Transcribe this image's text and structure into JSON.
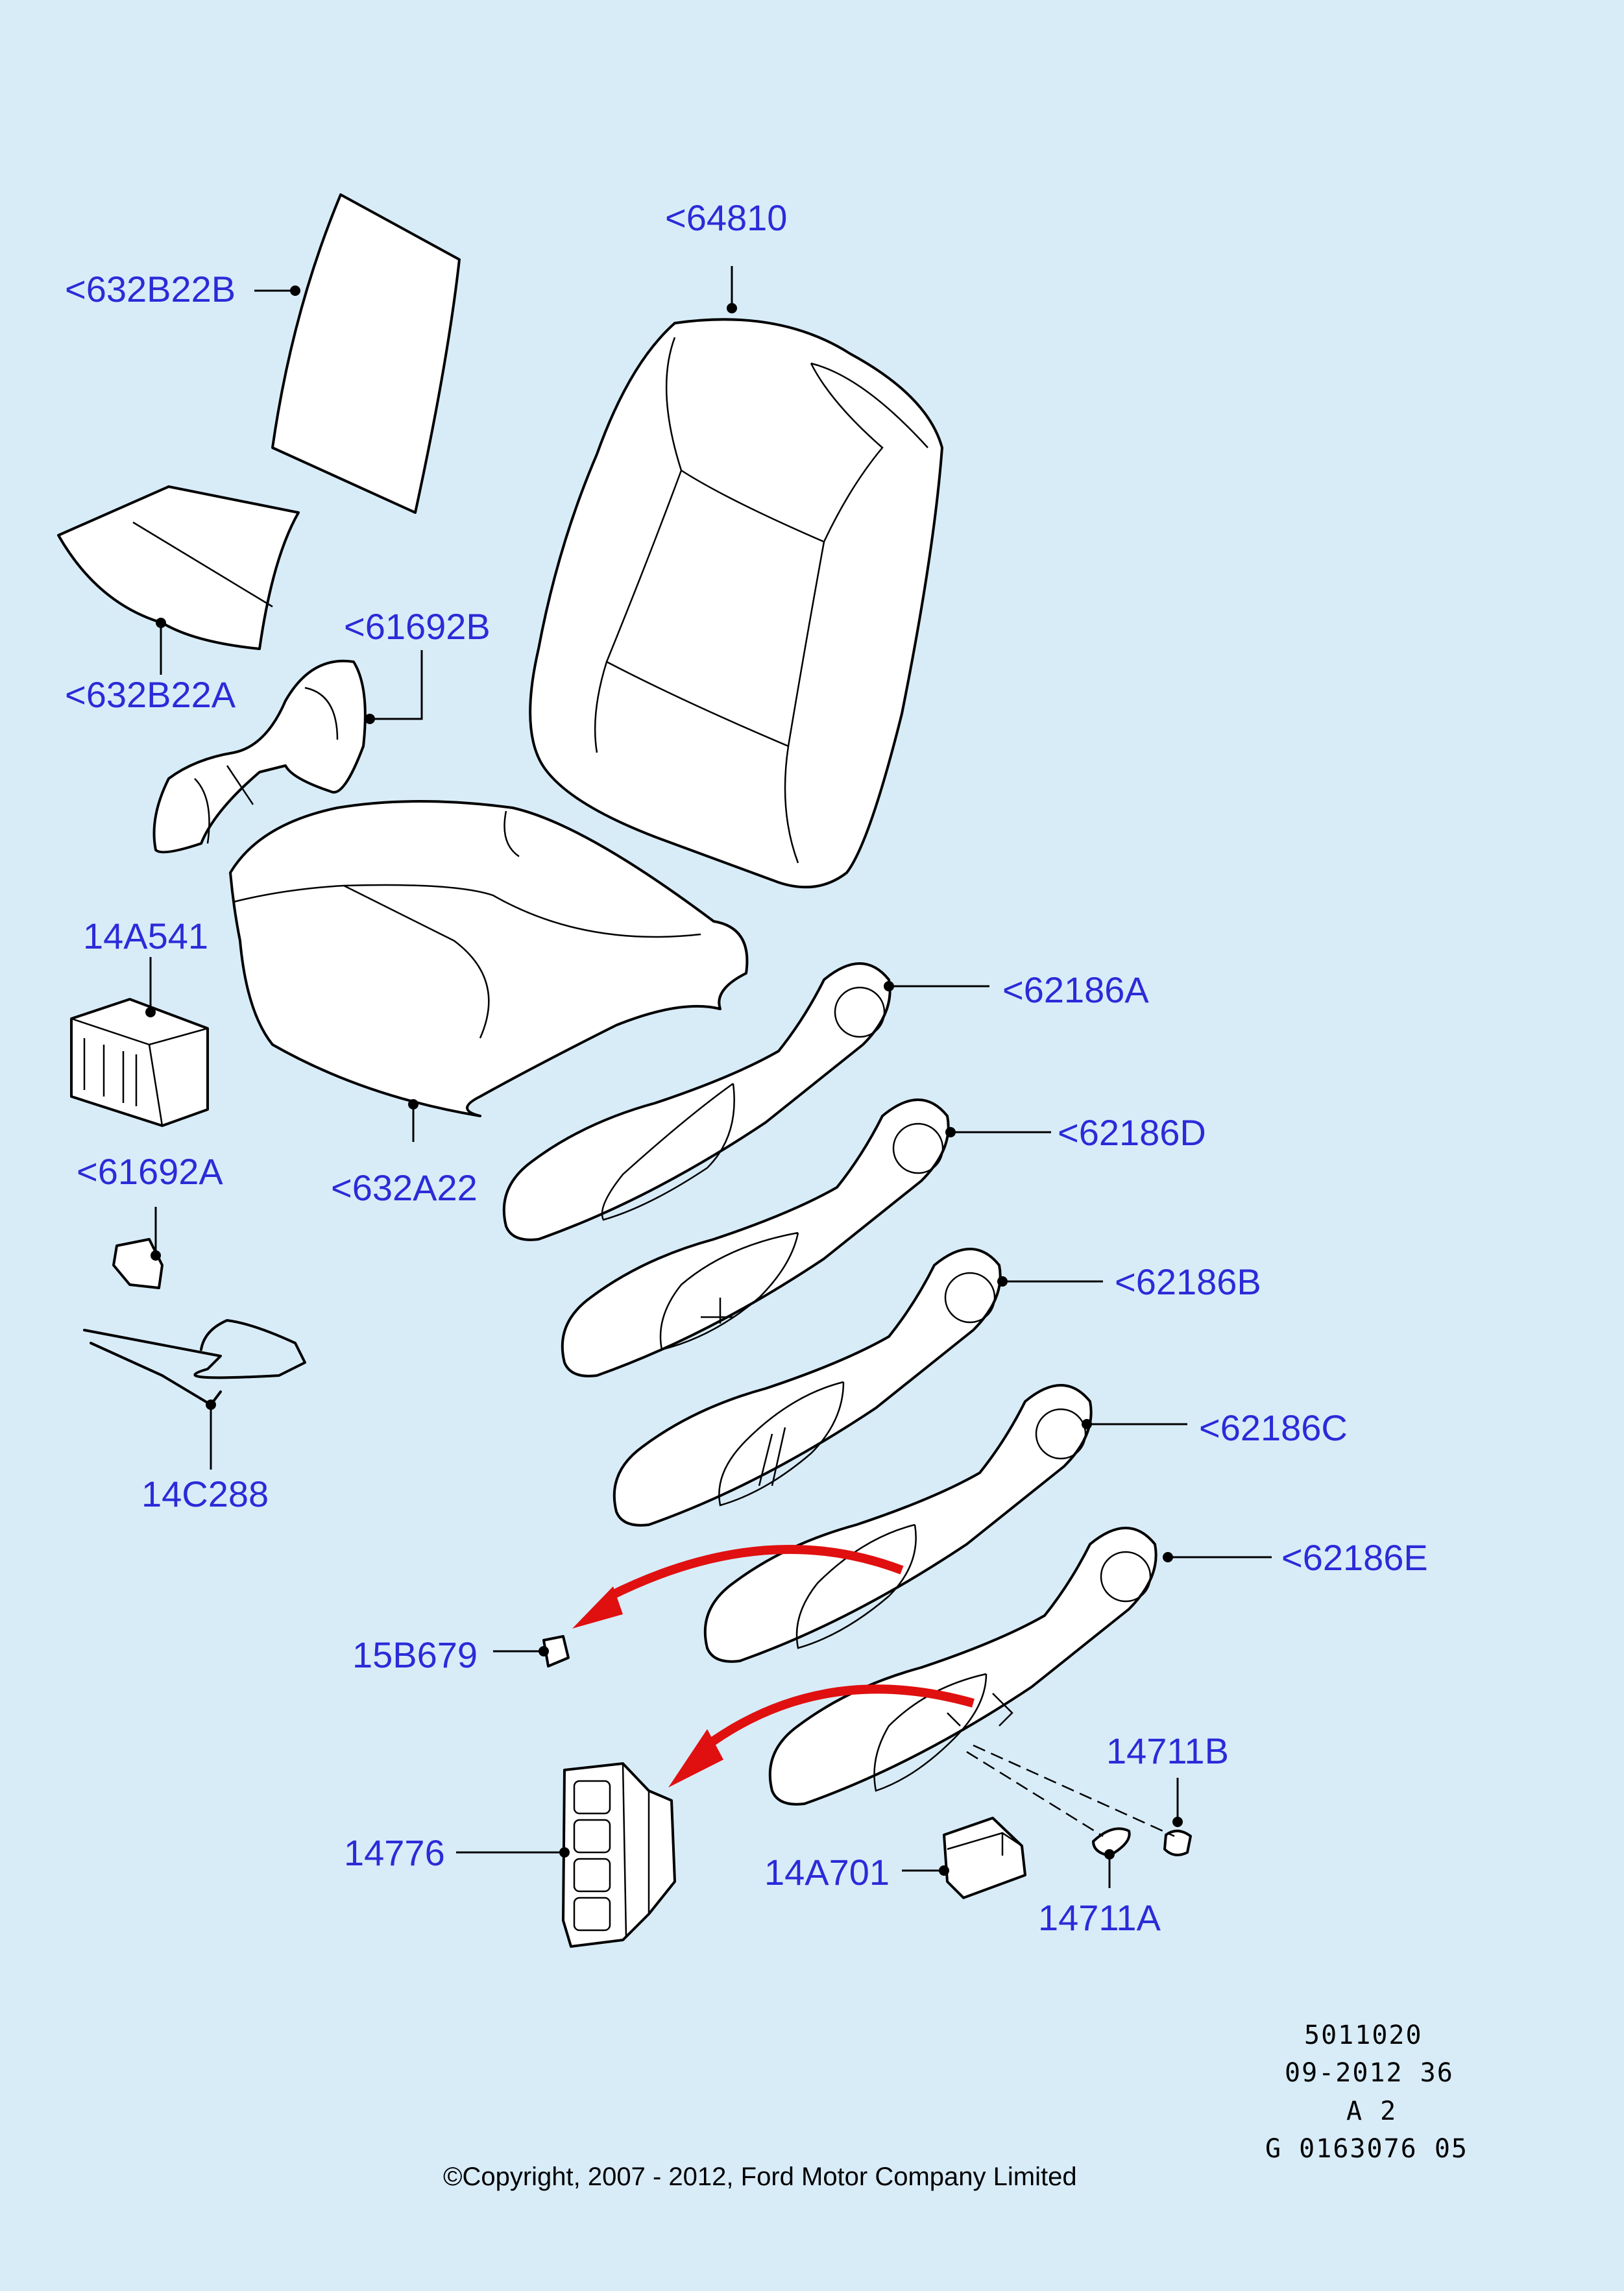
{
  "callouts": {
    "c632B22B": "<632B22B",
    "c64810": "<64810",
    "c632B22A": "<632B22A",
    "c61692B": "<61692B",
    "c14A541": "14A541",
    "c62186A": "<62186A",
    "c62186D": "<62186D",
    "c632A22": "<632A22",
    "c61692A": "<61692A",
    "c62186B": "<62186B",
    "c14C288": "14C288",
    "c62186C": "<62186C",
    "c62186E": "<62186E",
    "c15B679": "15B679",
    "c14711B": "14711B",
    "c14776": "14776",
    "c14A701": "14A701",
    "c14711A": "14711A"
  },
  "reference": {
    "line1": "5011020",
    "line2": "09-2012 36",
    "line3": "A 2",
    "line4": "G 0163076 05"
  },
  "copyright": "©Copyright, 2007 - 2012, Ford Motor Company Limited",
  "colors": {
    "background": "#d8ecf8",
    "callout_text": "#2b2bd8",
    "arrow": "#e01010"
  }
}
